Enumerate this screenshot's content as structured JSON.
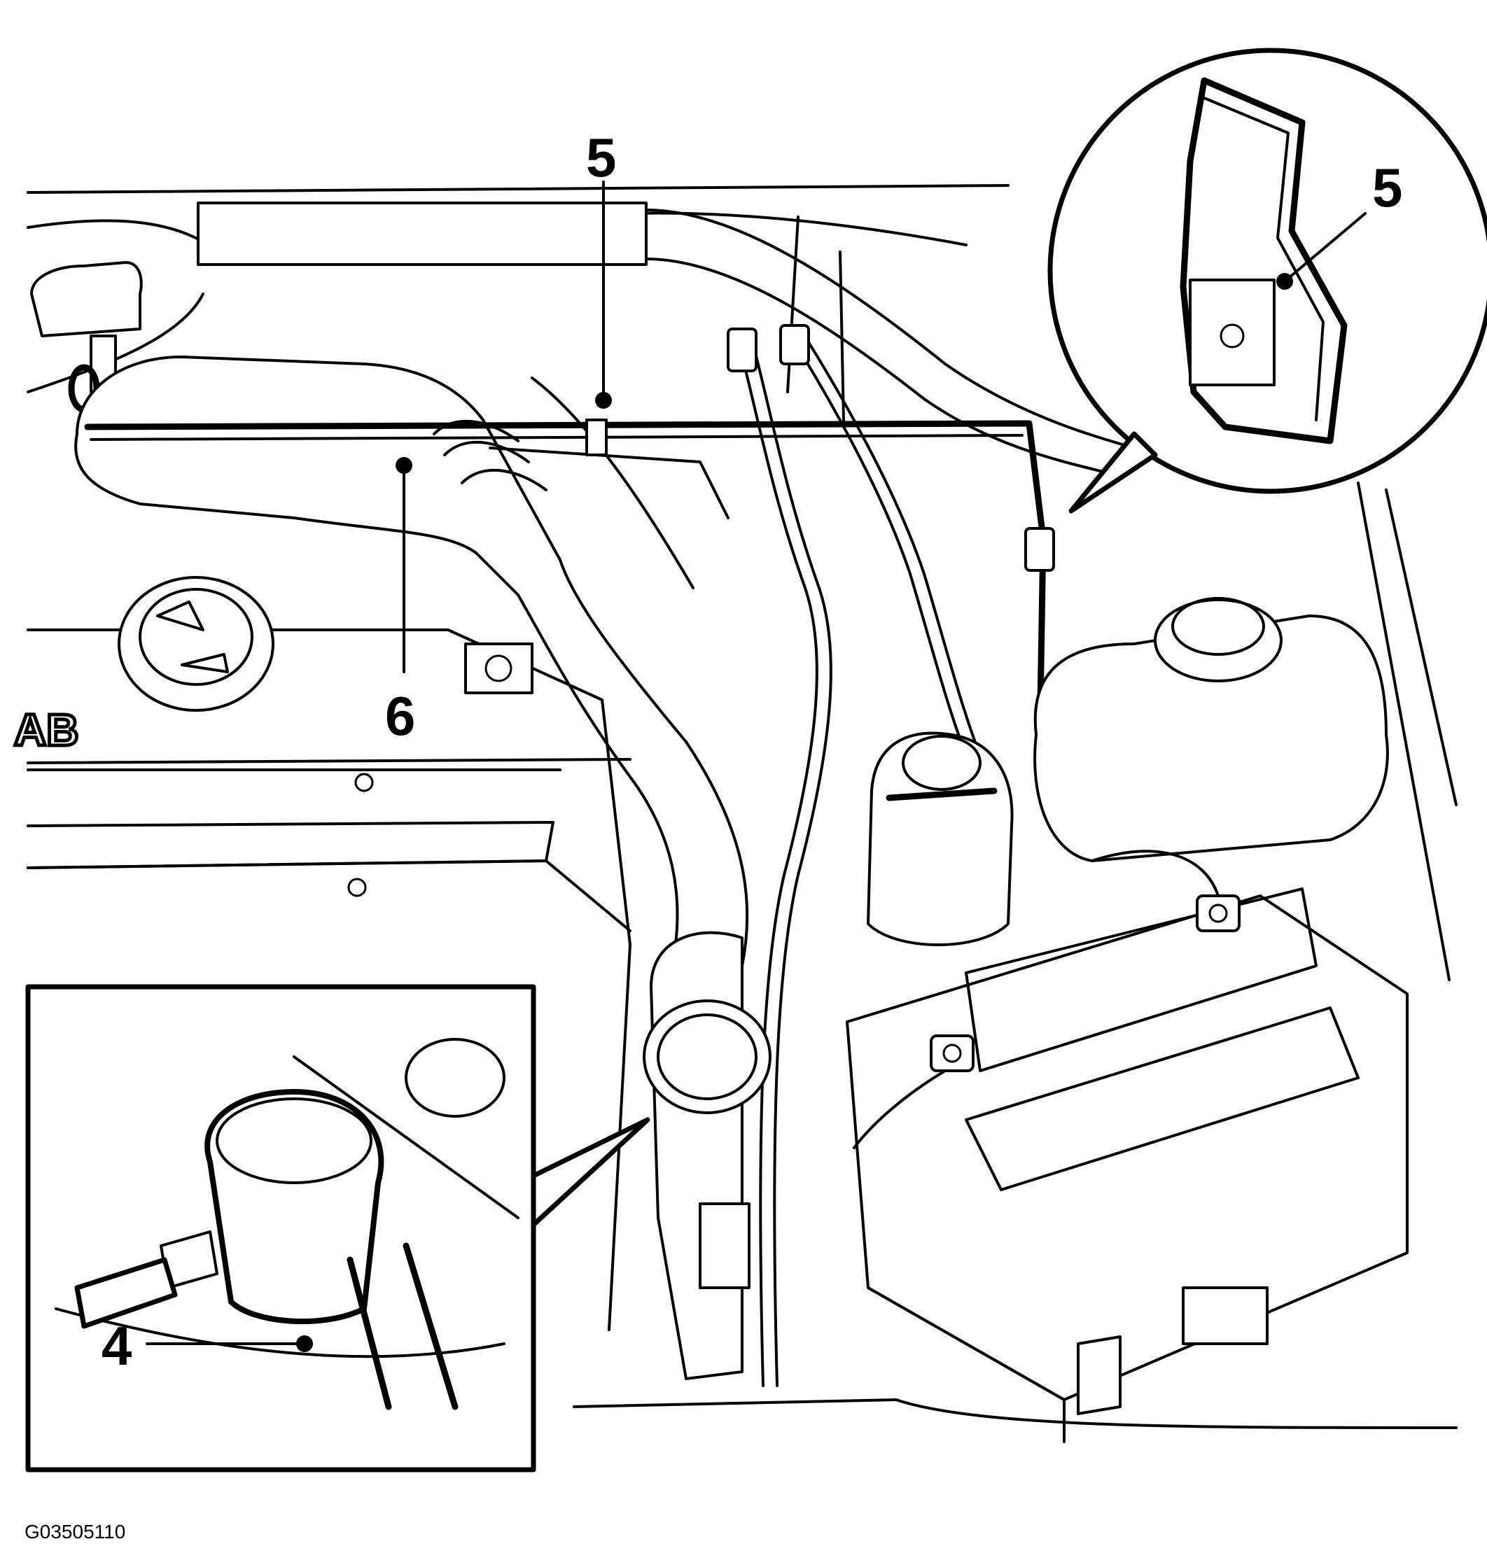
{
  "figure": {
    "id_code": "G03505110",
    "emblem_text": "AB"
  },
  "callouts": {
    "clip_main": "5",
    "clip_detail": "5",
    "hose": "6",
    "union_detail": "4"
  },
  "colors": {
    "ink": "#000000",
    "paper": "#ffffff"
  }
}
